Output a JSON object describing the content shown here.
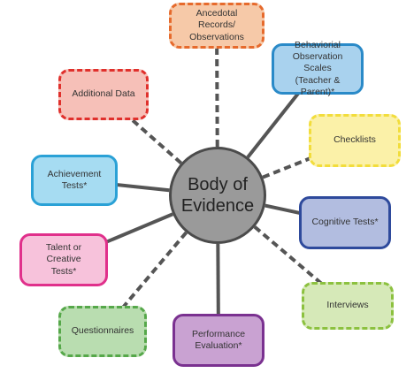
{
  "center": {
    "label": "Body of\nEvidence"
  },
  "nodes": [
    {
      "id": "anecdotal",
      "label": "Ancedotal Records/\nObservations",
      "border": "#e66a2c",
      "fill": "#f6c9a8",
      "style": "dashed"
    },
    {
      "id": "behavioral",
      "label": "Behaviorial\nObservation Scales\n(Teacher & Parent)*",
      "border": "#2a8ac8",
      "fill": "#a9d2ee",
      "style": "solid"
    },
    {
      "id": "checklists",
      "label": "Checklists",
      "border": "#f2dd3c",
      "fill": "#fbf1a8",
      "style": "dashed"
    },
    {
      "id": "cognitive",
      "label": "Cognitive Tests*",
      "border": "#2e4a9c",
      "fill": "#b2bde0",
      "style": "solid"
    },
    {
      "id": "interviews",
      "label": "Interviews",
      "border": "#8cc13f",
      "fill": "#d6e9b8",
      "style": "dashed"
    },
    {
      "id": "performance",
      "label": "Performance\nEvaluation*",
      "border": "#7a3190",
      "fill": "#c9a2d2",
      "style": "solid"
    },
    {
      "id": "questionnaires",
      "label": "Questionnaires",
      "border": "#56a84a",
      "fill": "#b9ddb0",
      "style": "dashed"
    },
    {
      "id": "talent",
      "label": "Talent or Creative\nTests*",
      "border": "#e0308b",
      "fill": "#f7c2db",
      "style": "solid"
    },
    {
      "id": "achievement",
      "label": "Achievement\nTests*",
      "border": "#2aa1d6",
      "fill": "#a6dcf2",
      "style": "solid"
    },
    {
      "id": "additional",
      "label": "Additional Data",
      "border": "#e0302c",
      "fill": "#f6c0b8",
      "style": "dashed"
    }
  ],
  "connector_color": "#555555"
}
